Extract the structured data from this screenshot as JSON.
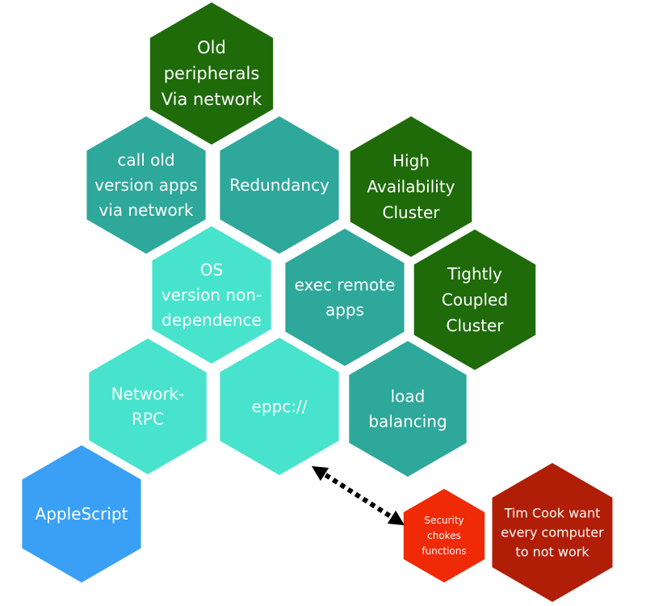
{
  "colors": {
    "dark_green": "#1f6b0a",
    "teal": "#2ea89a",
    "light_teal": "#48e3cd",
    "blue": "#3aa0f5",
    "orange_red": "#f02a06",
    "dark_red": "#b01e07",
    "text": "#ffffff",
    "arrow": "#000000"
  },
  "hexagons": [
    {
      "id": "old-peripherals",
      "lines": [
        "Old",
        "peripherals",
        "Via network"
      ],
      "color": "dark_green"
    },
    {
      "id": "call-old-version-apps",
      "lines": [
        "call old",
        "version apps",
        "via network"
      ],
      "color": "teal"
    },
    {
      "id": "redundancy",
      "lines": [
        "Redundancy"
      ],
      "color": "teal"
    },
    {
      "id": "high-availability-cluster",
      "lines": [
        "High",
        "Availability",
        "Cluster"
      ],
      "color": "dark_green"
    },
    {
      "id": "os-version-non-dependence",
      "lines": [
        "OS",
        "version non-",
        "dependence"
      ],
      "color": "light_teal"
    },
    {
      "id": "exec-remote-apps",
      "lines": [
        "exec remote",
        "apps"
      ],
      "color": "teal"
    },
    {
      "id": "tightly-coupled-cluster",
      "lines": [
        "Tightly",
        "Coupled",
        "Cluster"
      ],
      "color": "dark_green"
    },
    {
      "id": "network-rpc",
      "lines": [
        "Network-",
        "RPC"
      ],
      "color": "light_teal"
    },
    {
      "id": "eppc",
      "lines": [
        "eppc://"
      ],
      "color": "light_teal"
    },
    {
      "id": "load-balancing",
      "lines": [
        "load",
        "balancing"
      ],
      "color": "teal"
    },
    {
      "id": "applescript",
      "lines": [
        "AppleScript"
      ],
      "color": "blue"
    },
    {
      "id": "security-chokes-functions",
      "lines": [
        "Security",
        "chokes",
        "functions"
      ],
      "color": "orange_red"
    },
    {
      "id": "tim-cook",
      "lines": [
        "Tim Cook want",
        "every computer",
        "to not work"
      ],
      "color": "dark_red"
    }
  ],
  "connector": {
    "from": "eppc",
    "to": "security-chokes-functions",
    "style": "dotted",
    "arrowheads": "both"
  }
}
